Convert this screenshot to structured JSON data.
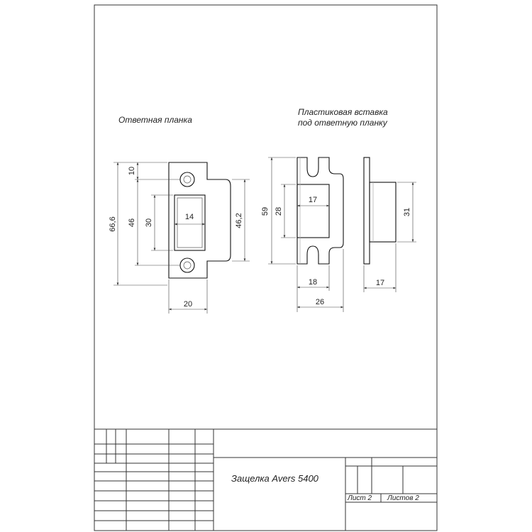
{
  "captions": {
    "strike_plate": "Ответная планка",
    "insert_line1": "Пластиковая вставка",
    "insert_line2": "под ответную планку"
  },
  "dimensions": {
    "plate_total_height": "66,6",
    "plate_top_offset": "10",
    "plate_holes_spacing": "46",
    "plate_window_height": "30",
    "plate_window_width": "14",
    "plate_right_height": "46,2",
    "plate_width": "20",
    "insert_total_height": "59",
    "insert_window_height": "28",
    "insert_window_width": "17",
    "insert_body_width": "18",
    "insert_total_width": "26",
    "side_height": "31",
    "side_depth": "17"
  },
  "title_block": {
    "title": "Защелка Avers 5400",
    "sheet_label": "Лист 2",
    "sheets_label": "Листов 2"
  }
}
